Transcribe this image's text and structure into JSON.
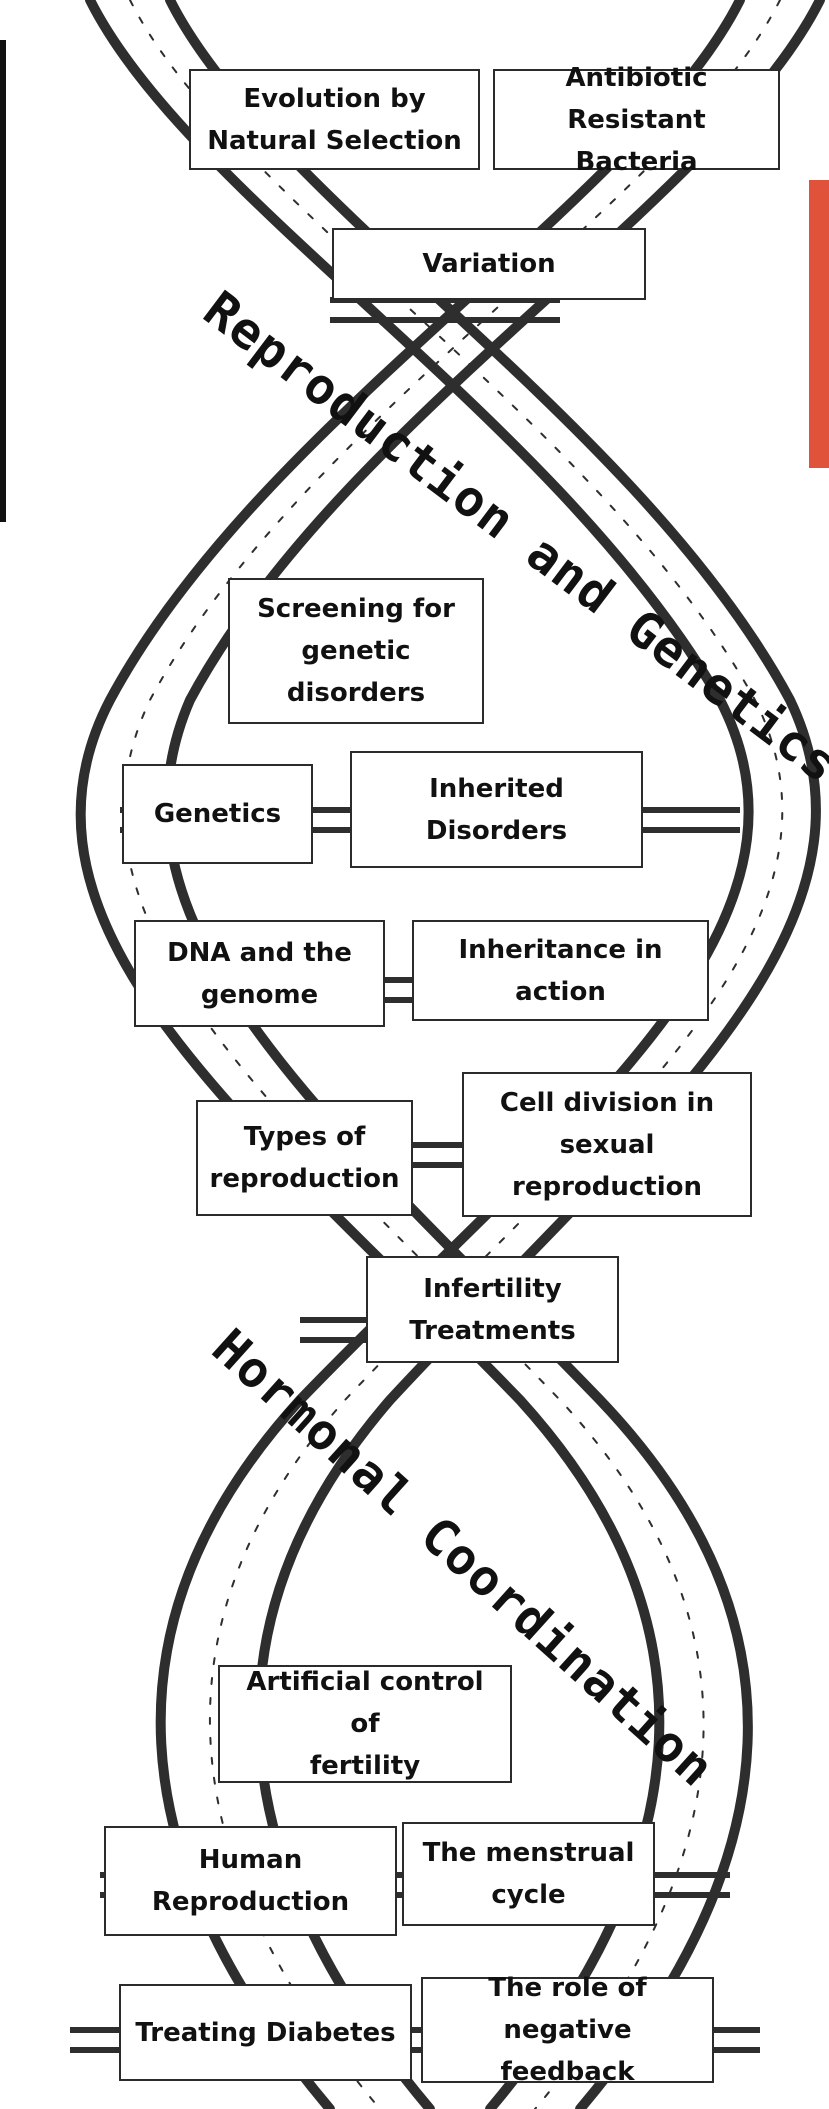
{
  "sections": {
    "reproduction_genetics": "Reproduction and Genetics",
    "hormonal_coordination": "Hormonal Coordination"
  },
  "topics": {
    "evolution": "Evolution by\nNatural Selection",
    "antibiotic": "Antibiotic\nResistant Bacteria",
    "variation": "Variation",
    "screening": "Screening for\ngenetic\ndisorders",
    "genetics": "Genetics",
    "inherited_disorders": "Inherited\nDisorders",
    "dna_genome": "DNA and the\ngenome",
    "inheritance_action": "Inheritance in\naction",
    "types_reproduction": "Types of\nreproduction",
    "cell_division": "Cell division in\nsexual\nreproduction",
    "infertility": "Infertility\nTreatments",
    "artificial_control": "Artificial control of\nfertility",
    "human_reproduction": "Human\nReproduction",
    "menstrual_cycle": "The menstrual\ncycle",
    "treating_diabetes": "Treating Diabetes",
    "negative_feedback": "The role of\nnegative feedback"
  }
}
